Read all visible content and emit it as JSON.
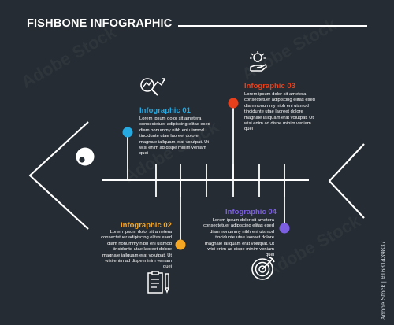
{
  "title": "FISHBONE INFOGRAPHIC",
  "items": [
    {
      "heading": "Infographic 01",
      "color": "#27a9e1",
      "icon": "chart-magnifier-icon",
      "text": "Lorem ipsum dolor sit ametera consectetuer adipiscing elitas esed diam nonummy nibh eni uismod tincidunte utae laoreet dolore magnaie iallquam erat volutpat. Ut wisi enim ad dispe minim veniam quei"
    },
    {
      "heading": "Infographic 02",
      "color": "#f5a623",
      "icon": "clipboard-pencil-icon",
      "text": "Lorem ipsum dolor sit ametera consectetuer adipiscing elitas esed diam nonummy nibh eni uismod tincidunte utae laoreet dolore magnaie iallquam erat volutpat. Ut wisi enim ad dispe minim veniam quei"
    },
    {
      "heading": "Infographic 03",
      "color": "#e8401c",
      "icon": "lightbulb-hand-icon",
      "text": "Lorem ipsum dolor sit ametera consectetuer adipiscing elitas esed diam nonummy nibh eni uismod tincidunte utae laoreet dolore magnaie iallquam erat volutpat. Ut wisi enim ad dispe minim veniam quei"
    },
    {
      "heading": "Infographic 04",
      "color": "#7b5fe0",
      "icon": "target-icon",
      "text": "Lorem ipsum dolor sit ametera consectetuer adipiscing elitas esed diam nonummy nibh eni uismod tincidunte utae laoreet dolore magnaie iallquam erat volutpat. Ut wisi enim ad dispe minim veniam quei"
    }
  ],
  "watermark": "Adobe Stock | #1681439837"
}
